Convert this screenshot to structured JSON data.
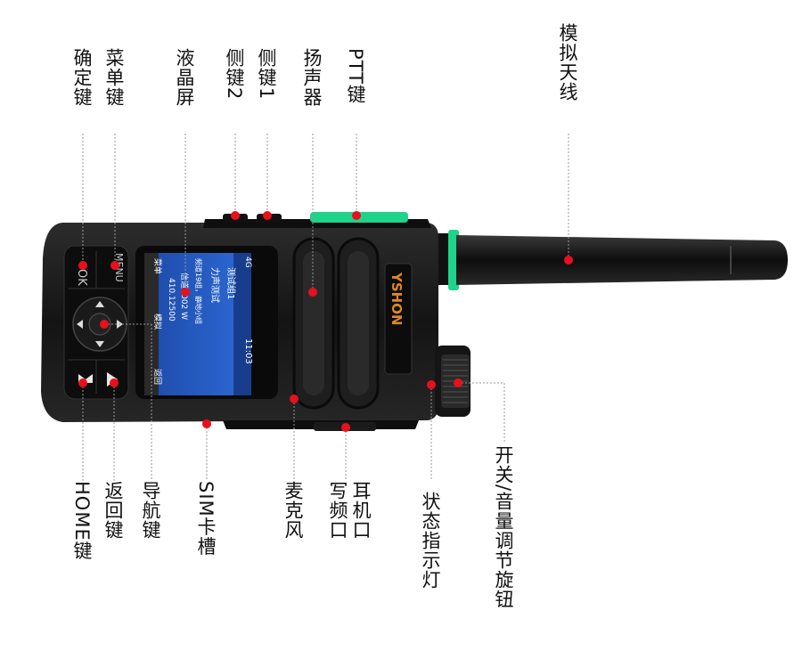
{
  "labels": {
    "antenna": "模拟天线",
    "ptt": "PTT键",
    "speaker": "扬声器",
    "side_key_1": "侧键1",
    "side_key_2": "侧键2",
    "lcd": "液晶屏",
    "menu_key": "菜单键",
    "ok_key": "确定键",
    "home_key": "HOME键",
    "back_key": "返回键",
    "nav_key": "导航键",
    "sim_slot": "SIM卡槽",
    "mic": "麦克风",
    "earphone_port": "耳机口\n写频口",
    "status_led": "状态指示灯",
    "power_knob": "开关/音量调节旋钮"
  },
  "device": {
    "brand": "YSHON",
    "menu_label": "MENU",
    "screen": {
      "signal": "4G",
      "time": "11:03",
      "group": "测试组1",
      "contact": "力声测试",
      "group_line": "频道19组，静地小组",
      "channel": "信道 -002 W",
      "frequency": "410.12500",
      "soft_left": "菜单",
      "soft_mid": "模拟",
      "soft_right": "返回"
    }
  },
  "colors": {
    "marker": "#e8101c",
    "accent_green": "#1fd38a",
    "body": "#1a1a1a"
  }
}
